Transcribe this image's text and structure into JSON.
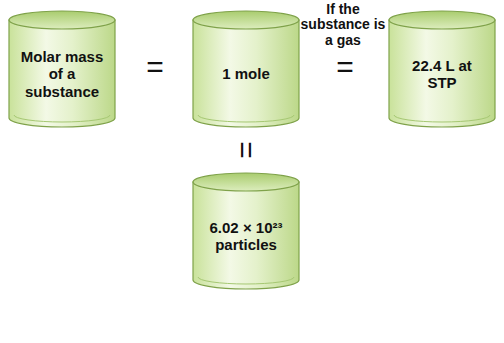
{
  "diagram": {
    "nodes": [
      {
        "text": [
          "Molar mass of a substance"
        ]
      },
      {
        "text": [
          "1 mole"
        ]
      },
      {
        "text": [
          "22.4 L at STP"
        ]
      },
      {
        "text": [
          "6.02 × 10²³ particles"
        ]
      }
    ],
    "labels": [
      "=",
      "If the substance is a gas",
      "=",
      "="
    ]
  }
}
